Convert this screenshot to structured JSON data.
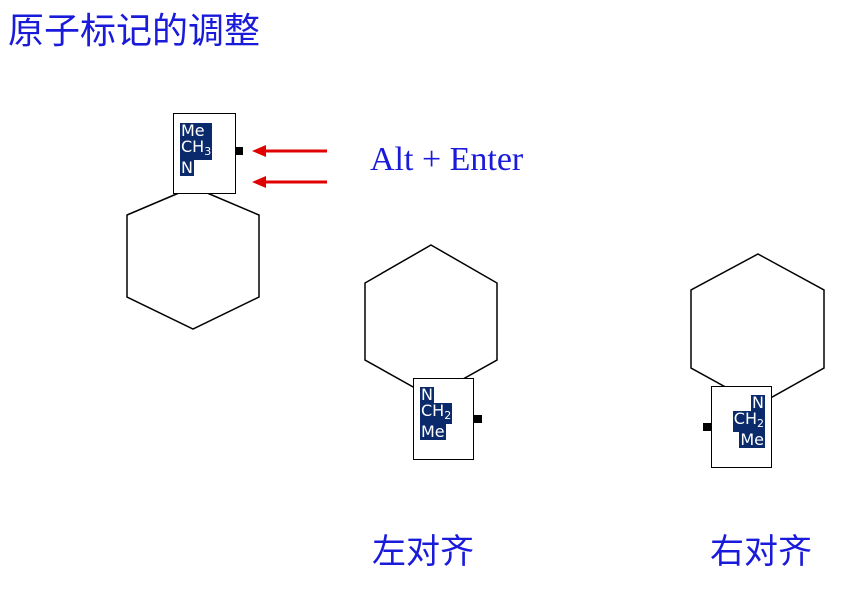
{
  "title": "原子标记的调整",
  "hotkey": "Alt + Enter",
  "captions": {
    "left_align": "左对齐",
    "right_align": "右对齐"
  },
  "labels": {
    "top": [
      "Me",
      "CH",
      "3",
      "N"
    ],
    "left": [
      "N",
      "CH",
      "2",
      "Me"
    ],
    "right": [
      "N",
      "CH",
      "2",
      "Me"
    ]
  },
  "colors": {
    "text_blue": "#1a1adb",
    "arrow_red": "#e00000",
    "highlight_navy": "#0a2a6b"
  }
}
